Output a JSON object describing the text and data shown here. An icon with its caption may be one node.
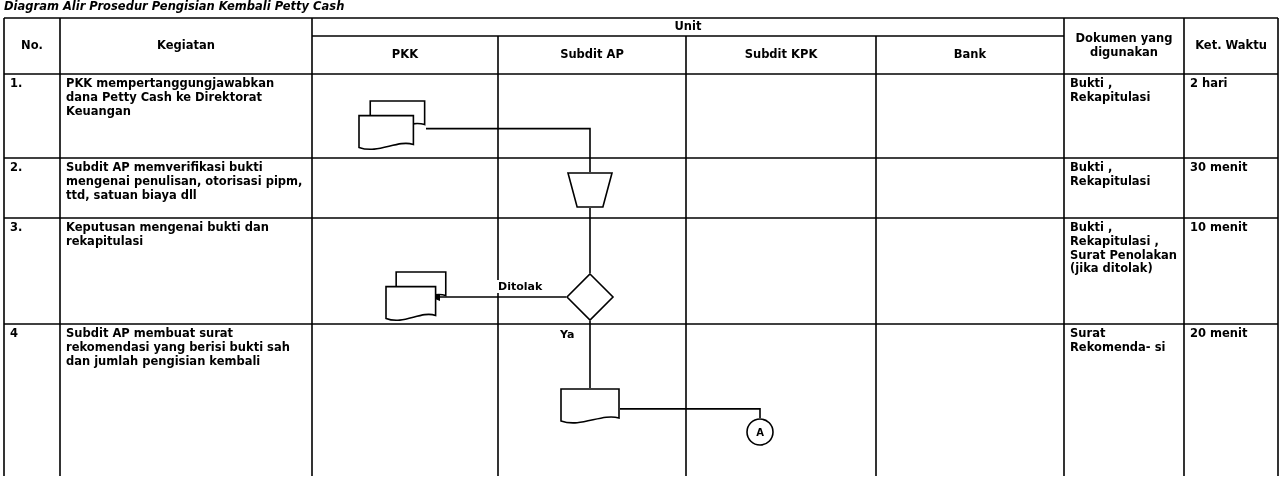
{
  "diagram": {
    "title": "Diagram Alir Prosedur Pengisian Kembali Petty Cash",
    "nodes": [
      {
        "text": [],
        "shape": "document"
      },
      {
        "text": [],
        "shape": "trapezoid"
      },
      {
        "text": [],
        "shape": "diamond"
      },
      {
        "text": [],
        "shape": "document"
      },
      {
        "text": [],
        "shape": "document"
      },
      {
        "text": [
          "A"
        ]
      }
    ],
    "edges": [
      {
        "from": 0,
        "to": 1,
        "arrow": "none"
      },
      {
        "from": 1,
        "to": 2,
        "arrow": "none"
      },
      {
        "from": 2,
        "to": 3,
        "arrow": "to",
        "label": "Ditolak"
      },
      {
        "from": 2,
        "to": 4,
        "arrow": "none",
        "label": "Ya"
      },
      {
        "from": 4,
        "to": 5,
        "arrow": "none"
      }
    ],
    "labels": [
      "No.",
      "Kegiatan",
      "Unit",
      "Dokumen yang digunakan",
      "Ket. Waktu",
      "PKK",
      "Subdit AP",
      "Subdit KPK",
      "Bank",
      "1.",
      "PKK mempertanggungjawabkan dana Petty Cash ke Direktorat Keuangan",
      "Bukti , Rekapitulasi",
      "2 hari",
      "2.",
      "Subdit AP memverifikasi bukti mengenai penulisan, otorisasi pipm, ttd, satuan biaya dll",
      "Bukti , Rekapitulasi",
      "30 menit",
      "3.",
      "Keputusan mengenai bukti dan rekapitulasi",
      "Bukti , Rekapitulasi , Surat Penolakan (jika ditolak)",
      "10 menit",
      "4",
      "Subdit AP membuat surat rekomendasi yang berisi bukti sah dan jumlah pengisian kembali",
      "Surat Rekomenda- si",
      "20 menit"
    ]
  }
}
